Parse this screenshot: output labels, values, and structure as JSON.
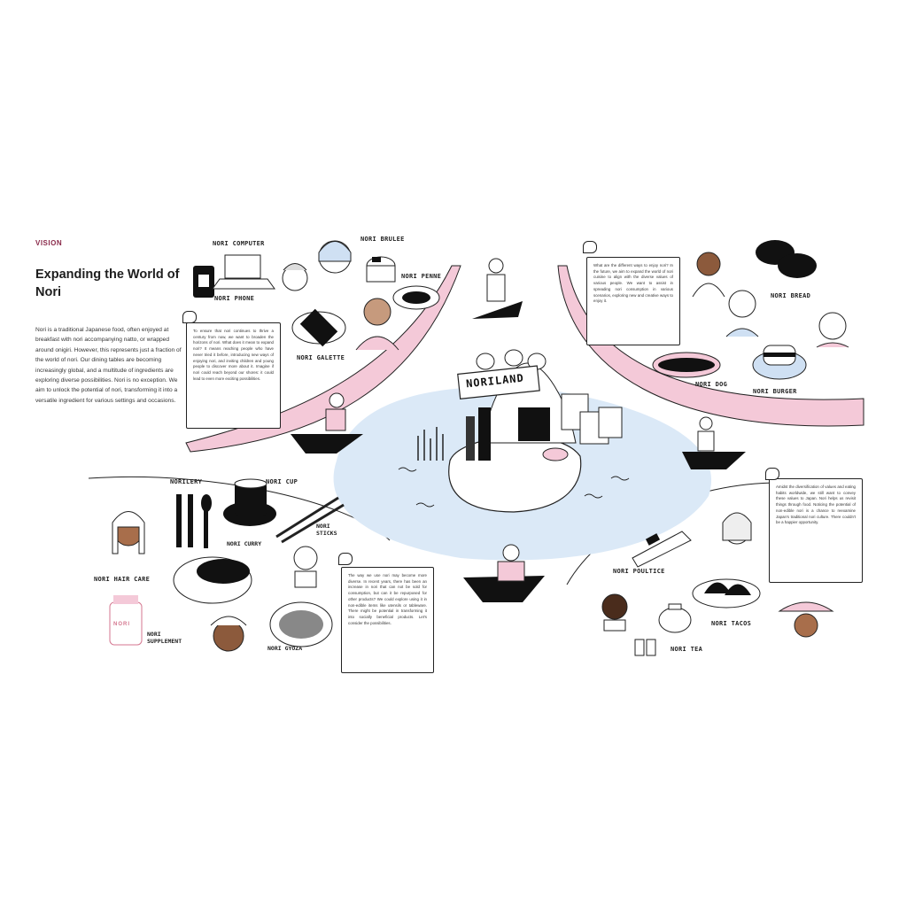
{
  "header": {
    "section_label": "VISION",
    "title": "Expanding the World of Nori"
  },
  "intro_text": "Nori is a traditional Japanese food, often enjoyed at breakfast with nori accompanying natto, or wrapped around onigiri. However, this represents just a fraction of the world of nori. Our dining tables are becoming increasingly global, and a multitude of ingredients are exploring diverse possibilities. Nori is no exception. We aim to unlock the potential of nori, transforming it into a versatile ingredient for various settings and occasions.",
  "scrolls": {
    "top_left": "To ensure that nori continues to thrive a century from now, we want to broaden the horizons of nori. What does it mean to expand nori? It means reaching people who have never tried it before, introducing new ways of enjoying nori, and inviting children and young people to discover more about it. Imagine if nori could reach beyond our shores: it could lead to even more exciting possibilities.",
    "top_right": "What are the different ways to enjoy nori? In the future, we aim to expand the world of nori cuisine to align with the diverse values of various people. We want to assist in spreading nori consumption in various scenarios, exploring new and creative ways to enjoy it.",
    "bottom_center": "The way we use nori may become more diverse. In recent years, there has been an increase in nori that can not be sold for consumption, but can it be repurposed for other products? We could explore using it in non-edible items like utensils or tableware. There might be potential in transforming it into socially beneficial products. Let's consider the possibilities.",
    "bottom_right": "Amidst the diversification of values and eating habits worldwide, we still want to convey these values to Japan. Nori helps us revisit things through food. Noticing the potential of non-edible nori is a chance to reexamine Japan's traditional nori culture. There couldn't be a happier opportunity."
  },
  "labels": {
    "computer": "NORI COMPUTER",
    "phone": "NORI PHONE",
    "brulee": "NORI BRULEE",
    "penne": "NORI PENNE",
    "galette": "NORI GALETTE",
    "bread": "NORI BREAD",
    "dog": "NORI DOG",
    "burger": "NORI BURGER",
    "norilery": "NORILERY",
    "cup": "NORI CUP",
    "curry": "NORI CURRY",
    "sticks": "NORI STICKS",
    "hair_care": "NORI HAIR CARE",
    "supplement": "NORI SUPPLEMENT",
    "gyoza": "NORI GYOZA",
    "poultice": "NORI POULTICE",
    "tacos": "NORI TACOS",
    "tea": "NORI TEA",
    "noriland": "NORILAND",
    "jar": "NORI"
  },
  "colors": {
    "pink": "#f4c9d8",
    "sea": "#dbe9f7",
    "accent_text": "#8a2a4a"
  }
}
